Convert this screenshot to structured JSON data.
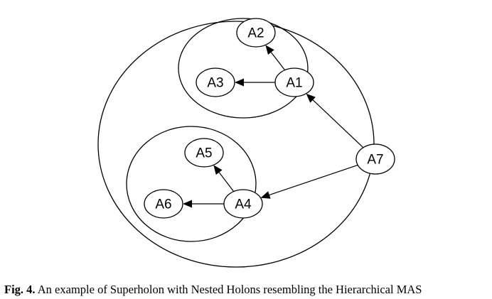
{
  "figure": {
    "holons": [
      {
        "id": "superholon",
        "members": [
          "A1",
          "A2",
          "A3",
          "A4",
          "A5",
          "A6",
          "A7"
        ]
      },
      {
        "id": "holon-upper",
        "members": [
          "A1",
          "A2",
          "A3"
        ]
      },
      {
        "id": "holon-lower",
        "members": [
          "A4",
          "A5",
          "A6"
        ]
      }
    ],
    "agents": [
      {
        "id": "A1",
        "label": "A1"
      },
      {
        "id": "A2",
        "label": "A2"
      },
      {
        "id": "A3",
        "label": "A3"
      },
      {
        "id": "A4",
        "label": "A4"
      },
      {
        "id": "A5",
        "label": "A5"
      },
      {
        "id": "A6",
        "label": "A6"
      },
      {
        "id": "A7",
        "label": "A7"
      }
    ],
    "edges": [
      {
        "from": "A1",
        "to": "A2"
      },
      {
        "from": "A1",
        "to": "A3"
      },
      {
        "from": "A4",
        "to": "A5"
      },
      {
        "from": "A4",
        "to": "A6"
      },
      {
        "from": "A7",
        "to": "A1"
      },
      {
        "from": "A7",
        "to": "A4"
      }
    ]
  },
  "caption": {
    "label": "Fig. 4.",
    "text": " An example of Superholon with Nested Holons resembling the Hierarchical MAS"
  },
  "colors": {
    "stroke": "#000000",
    "background": "#ffffff"
  }
}
